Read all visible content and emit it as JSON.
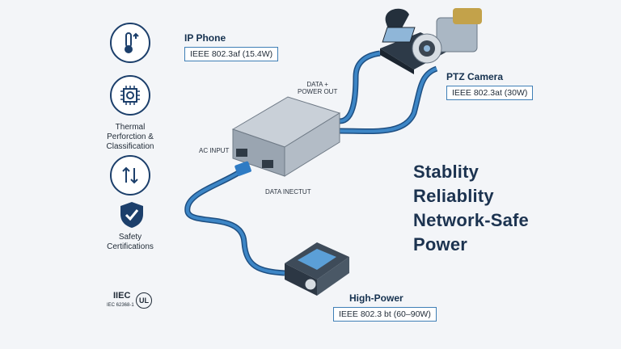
{
  "devices": {
    "ip_phone": {
      "title": "IP Phone",
      "spec": "IEEE 802.3af (15.4W)"
    },
    "ptz_camera": {
      "title": "PTZ Camera",
      "spec": "IEEE 802.3at (30W)"
    },
    "high_power": {
      "title": "High-Power",
      "spec": "IEEE 802.3  bt (60–90W)"
    }
  },
  "injector": {
    "data_power_out": "DATA +\nPOWER OUT",
    "ac_input": "AC INPUT",
    "data_input": "DATA INECTUT"
  },
  "features": [
    {
      "icon": "thermometer-icon",
      "label": ""
    },
    {
      "icon": "chip-icon",
      "label": "Thermal\nPerforction &\nClassification"
    },
    {
      "icon": "arrows-icon",
      "label": ""
    },
    {
      "icon": "shield-icon",
      "label": "Safety\nCertifications"
    }
  ],
  "certifications": {
    "iec": "IIEC",
    "iec_sub": "IEC 62368-1",
    "ul": "UL"
  },
  "benefits": [
    "Stablity",
    "Reliablity",
    "Network-Safe",
    "Power"
  ],
  "colors": {
    "cable": "#3d86c6",
    "accent": "#1c3f6b"
  }
}
